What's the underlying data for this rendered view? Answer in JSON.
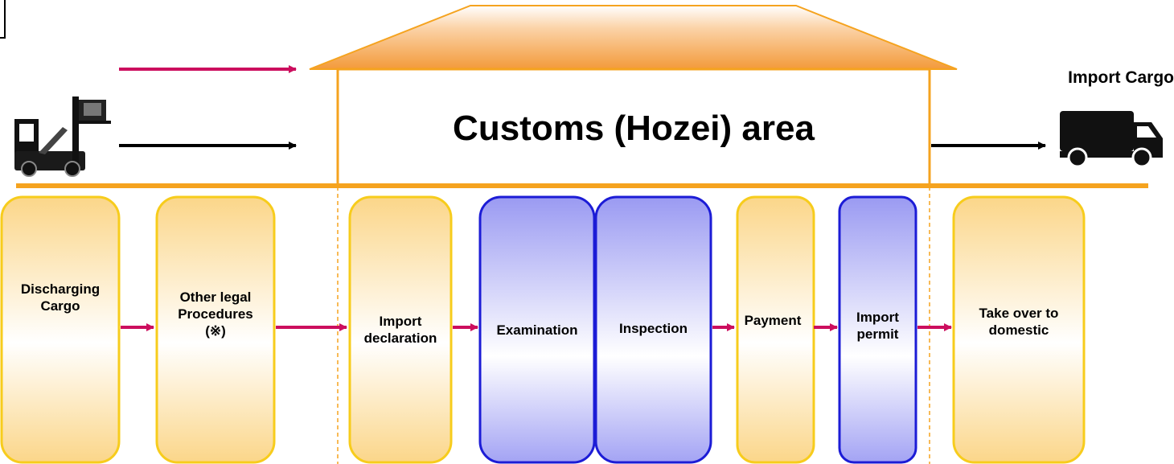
{
  "title": "Customs (Hozei) area",
  "destination_label": "Import Cargo",
  "icons": [
    "forklift-icon",
    "truck-icon"
  ],
  "colors": {
    "house_orange": "#f5a31f",
    "yellow_border": "#f7cc1c",
    "blue_border": "#1c1cd6",
    "arrow_magenta": "#cc0e5e",
    "arrow_black": "#000000"
  },
  "steps": [
    {
      "id": "discharging",
      "label": "Discharging\nCargo",
      "style": "yellow"
    },
    {
      "id": "other-legal",
      "label": "Other legal\nProcedures\n(※)",
      "style": "yellow"
    },
    {
      "id": "import-declaration",
      "label": "Import\ndeclaration",
      "style": "yellow"
    },
    {
      "id": "examination",
      "label": "Examination",
      "style": "blue"
    },
    {
      "id": "inspection",
      "label": "Inspection",
      "style": "blue"
    },
    {
      "id": "payment",
      "label": "Payment",
      "style": "yellow"
    },
    {
      "id": "import-permit",
      "label": "Import\npermit",
      "style": "blue"
    },
    {
      "id": "take-over",
      "label": "Take over to\ndomestic",
      "style": "yellow"
    }
  ]
}
